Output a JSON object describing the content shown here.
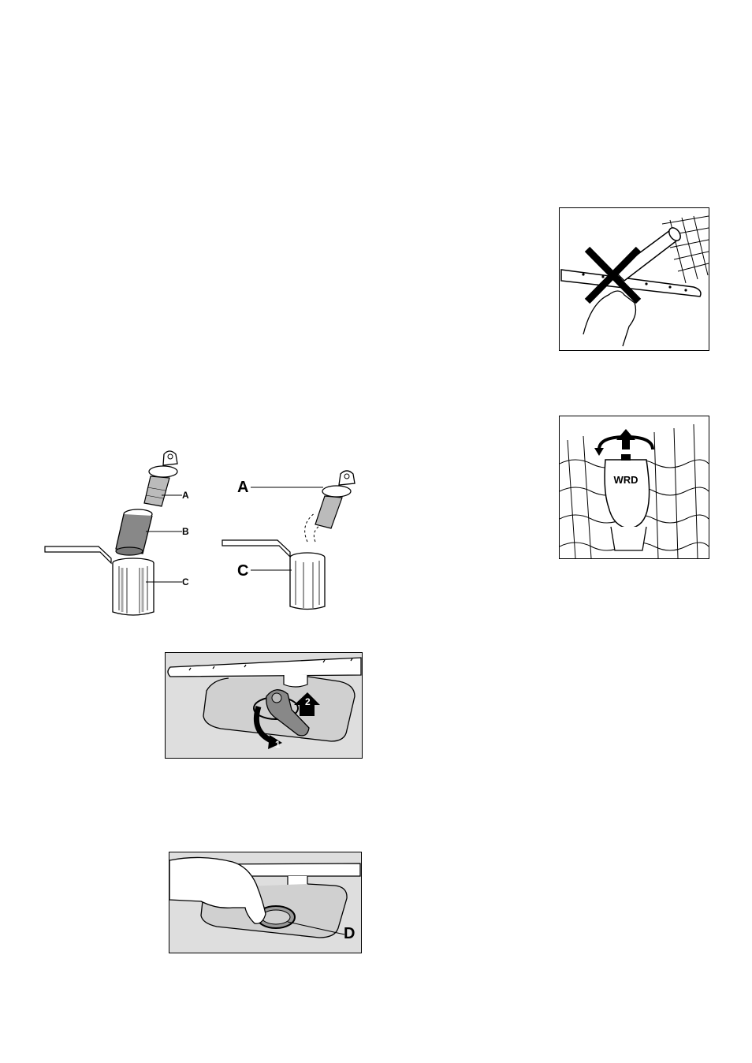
{
  "filter_exploded": {
    "label_a": "A",
    "label_b": "B",
    "label_c": "C"
  },
  "filter_assembly": {
    "label_a": "A",
    "label_c": "C"
  },
  "filter_removal": {
    "step_1": "1",
    "step_2": "2"
  },
  "drain_hole": {
    "label_d": "D"
  },
  "spray_arm_warning": {
    "mark_icon": "cross-icon"
  },
  "upper_spray_arm": {
    "nut_text": "WRD"
  }
}
